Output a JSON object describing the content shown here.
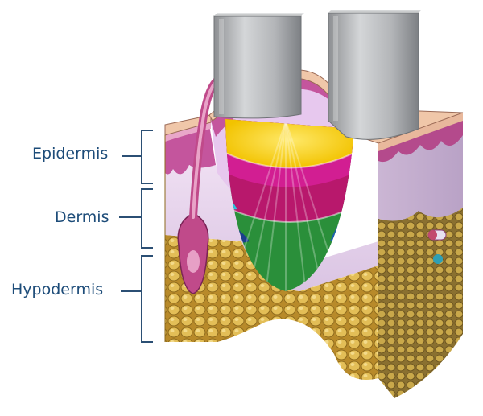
{
  "labels": {
    "epidermis": "Epidermis",
    "dermis": "Dermis",
    "hypodermis": "Hypodermis"
  },
  "colors": {
    "label_text": "#1d4c79",
    "bracket": "#2b4f74",
    "epidermis_pink": "#c4559d",
    "dermis_lavender": "#e8d3ec",
    "fat_yellow": "#d9b24a",
    "electrode_gray": "#a9abad",
    "heat_yellow": "#f5c800",
    "heat_magenta": "#c21a8e",
    "heat_green": "#1f9a3a",
    "heat_blue": "#1b6fb0"
  },
  "icons": {
    "electrode_left": "electrode-icon",
    "electrode_right": "electrode-icon"
  }
}
